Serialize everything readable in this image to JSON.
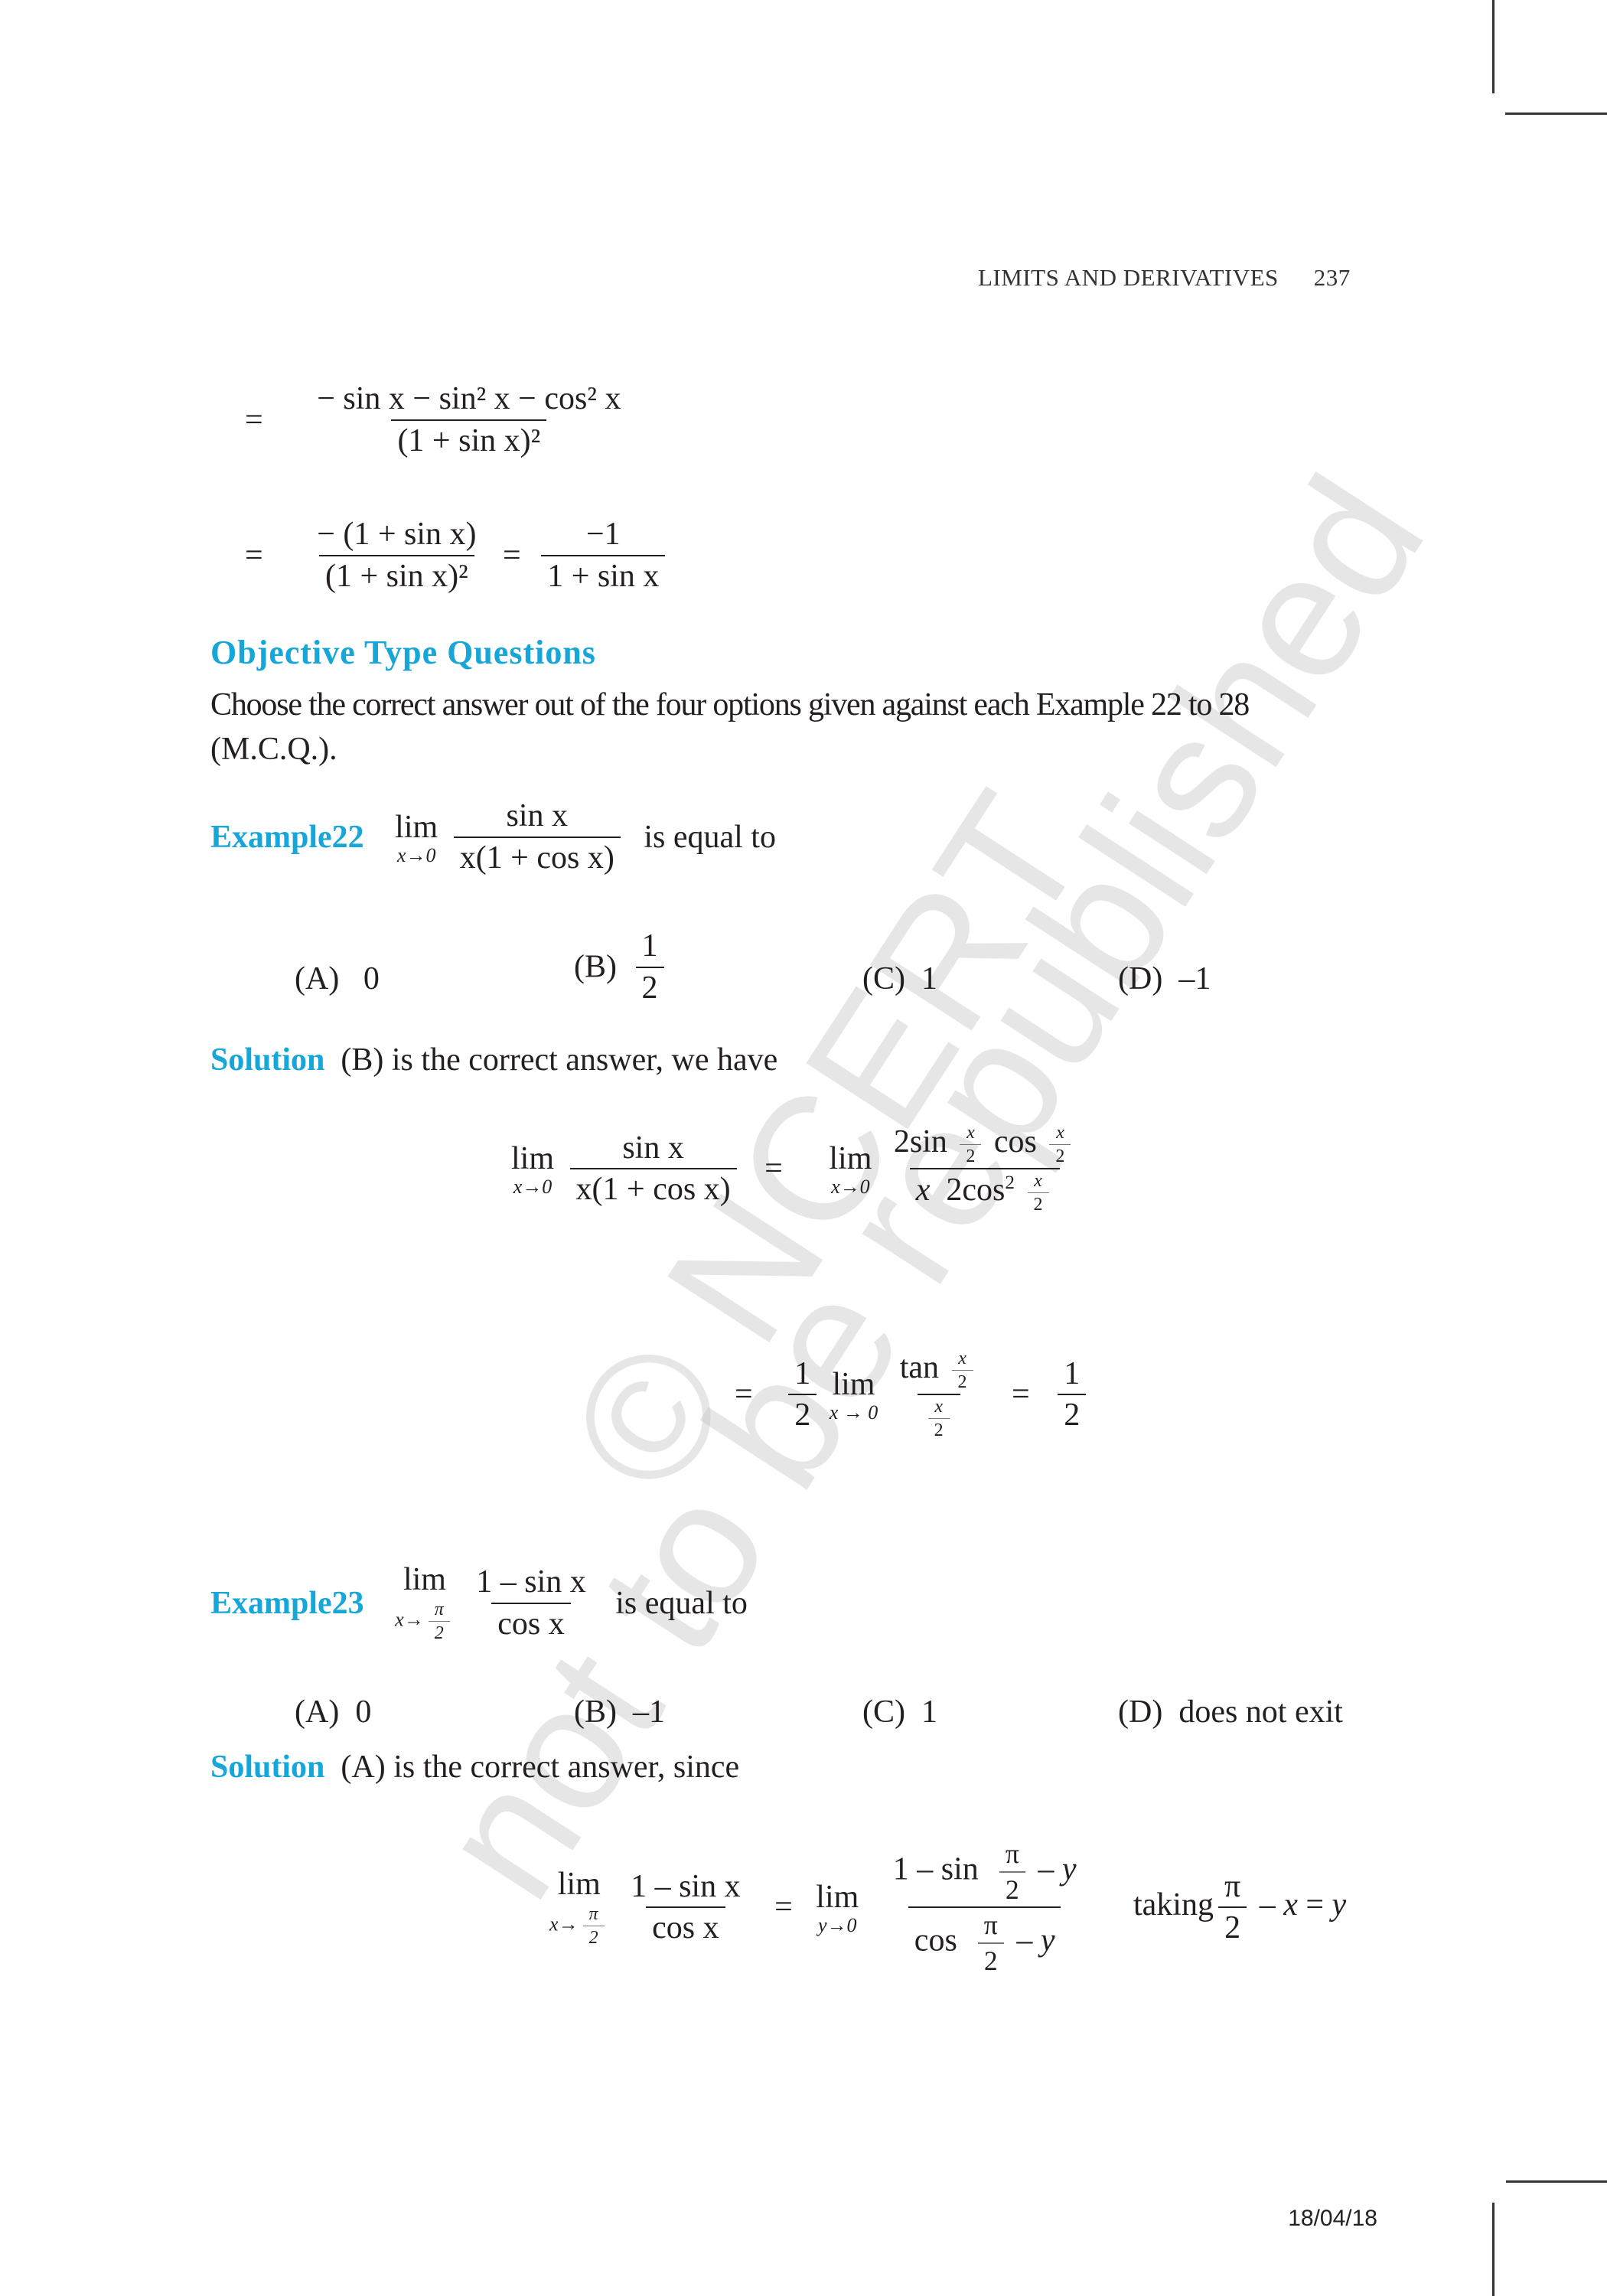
{
  "header": {
    "title": "LIMITS AND DERIVATIVES",
    "page_number": "237"
  },
  "continuation": {
    "line1": {
      "eq": "=",
      "num": "− sin x − sin² x − cos² x",
      "den": "(1 + sin x)²"
    },
    "line2": {
      "eq": "=",
      "num": "− (1 + sin x)",
      "den": "(1 + sin x)²",
      "eq2": "=",
      "num2": "−1",
      "den2": "1 + sin x"
    }
  },
  "section": {
    "title": "Objective Type Questions",
    "intro_line1": "Choose the correct answer out of the four options given against each Example 22 to 28",
    "intro_line2": "(M.C.Q.)."
  },
  "example22": {
    "label": "Example22",
    "lim": "lim",
    "sub": "x→0",
    "num": "sin x",
    "den": "x(1 + cos x)",
    "suffix": "is equal to",
    "options": [
      {
        "key": "(A)",
        "value": "0"
      },
      {
        "key": "(B)",
        "value_num": "1",
        "value_den": "2"
      },
      {
        "key": "(C)",
        "value": "1"
      },
      {
        "key": "(D)",
        "value": "–1"
      }
    ],
    "solution_label": "Solution",
    "solution_text": "(B)  is the correct answer, we have",
    "step1": {
      "lhs_num": "sin x",
      "lhs_den": "x(1 + cos x)",
      "eq": "=",
      "rhs_num": "2sin x/2 cos x/2",
      "rhs_den": "x 2cos² x/2"
    },
    "step2": {
      "eq": "=",
      "coef_num": "1",
      "coef_den": "2",
      "lim": "lim",
      "sub": "x → 0",
      "num": "tan x/2",
      "den": "x/2",
      "eq2": "=",
      "res_num": "1",
      "res_den": "2"
    }
  },
  "example23": {
    "label": "Example23",
    "lim": "lim",
    "sub": "x→π/2",
    "num": "1 – sin x",
    "den": "cos x",
    "suffix": "is equal to",
    "options": [
      {
        "key": "(A)",
        "value": "0"
      },
      {
        "key": "(B)",
        "value": "–1"
      },
      {
        "key": "(C)",
        "value": "1"
      },
      {
        "key": "(D)",
        "value": "does not exit"
      }
    ],
    "solution_label": "Solution",
    "solution_text": "(A) is the correct answer, since",
    "step1": {
      "lhs_num": "1 – sin x",
      "lhs_den": "cos x",
      "eq": "=",
      "lim2_sub": "y→0",
      "rhs_num": "1 – sin (π/2 – y)",
      "rhs_den": "cos (π/2 – y)",
      "taking": "taking",
      "sub_expr": "π/2 – x = y"
    }
  },
  "watermark": {
    "line1": "© NCERT",
    "line2": "not to be republished"
  },
  "footer": {
    "date": "18/04/18"
  }
}
